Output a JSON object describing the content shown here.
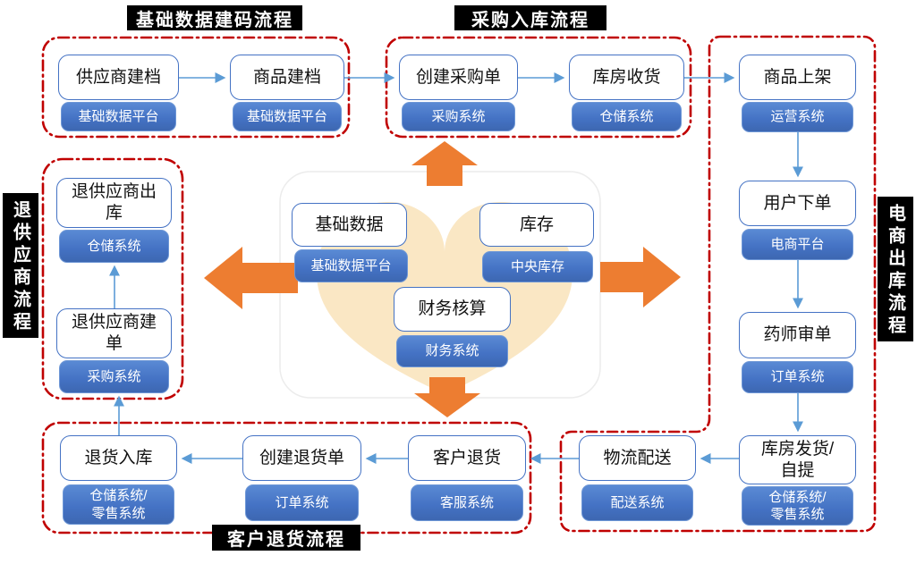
{
  "headers": {
    "basic_data_flow": "基础数据建码流程",
    "purchase_inbound_flow": "采购入库流程",
    "customer_return_flow": "客户退货流程",
    "supplier_return_flow": "退供应商流程",
    "ecommerce_outbound_flow": "电商出库流程"
  },
  "nodes": {
    "supplier_create": {
      "label": "供应商建档",
      "system": "基础数据平台"
    },
    "product_create": {
      "label": "商品建档",
      "system": "基础数据平台"
    },
    "create_po": {
      "label": "创建采购单",
      "system": "采购系统"
    },
    "warehouse_receive": {
      "label": "库房收货",
      "system": "仓储系统"
    },
    "product_listing": {
      "label": "商品上架",
      "system": "运营系统"
    },
    "user_order": {
      "label": "用户下单",
      "system": "电商平台"
    },
    "pharmacist_review": {
      "label": "药师审单",
      "system": "订单系统"
    },
    "warehouse_ship": {
      "label": "库房发货/\n自提",
      "system": "仓储系统/\n零售系统"
    },
    "logistics_delivery": {
      "label": "物流配送",
      "system": "配送系统"
    },
    "customer_return": {
      "label": "客户退货",
      "system": "客服系统"
    },
    "create_return_order": {
      "label": "创建退货单",
      "system": "订单系统"
    },
    "return_inbound": {
      "label": "退货入库",
      "system": "仓储系统/\n零售系统"
    },
    "supplier_return_outbound": {
      "label": "退供应商出\n库",
      "system": "仓储系统"
    },
    "supplier_return_create": {
      "label": "退供应商建\n单",
      "system": "采购系统"
    },
    "master_data": {
      "label": "基础数据",
      "system": "基础数据平台"
    },
    "inventory": {
      "label": "库存",
      "system": "中央库存"
    },
    "finance": {
      "label": "财务核算",
      "system": "财务系统"
    }
  },
  "colors": {
    "box_border_blue": "#4472C4",
    "system_fill_blue": "#4472C4",
    "connector_blue": "#5B9BD5",
    "arrow_orange": "#ED7D31",
    "dashed_red": "#C00000",
    "heart_cream": "#FAE7C4",
    "header_bg": "#000000"
  }
}
